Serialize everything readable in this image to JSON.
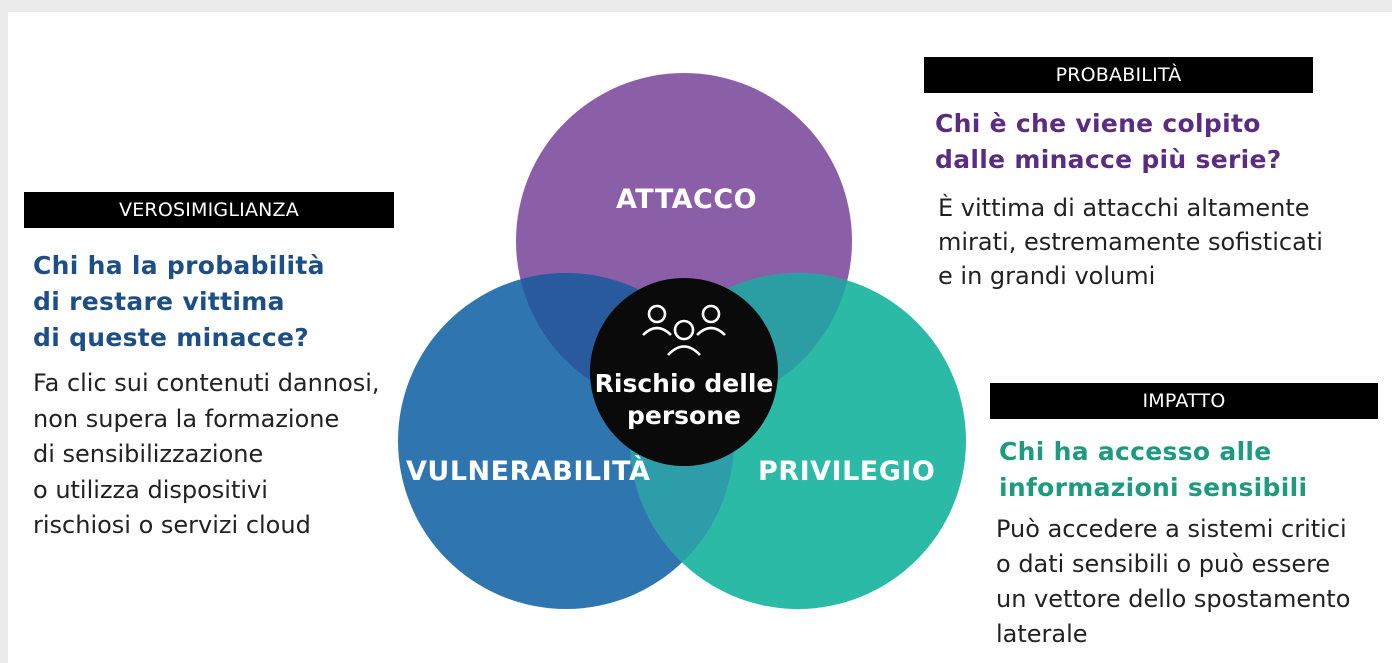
{
  "colors": {
    "attacco": "#8a5fa8",
    "vulnerabilita": "#2f76b1",
    "privilegio": "#2bbaa6",
    "overlap_attack_vuln": "#2a5a9e",
    "overlap_attack_priv": "#2a9ea2",
    "overlap_vuln_priv": "#2c9da9",
    "center": "#0a0a0a",
    "blue_text": "#1d4f86",
    "purple_text": "#5b2d82",
    "teal_text": "#1e9a7e"
  },
  "venn": {
    "attacco_label": "ATTACCO",
    "vulnerabilita_label": "VULNERABILITÀ",
    "privilegio_label": "PRIVILEGIO",
    "center_icon": "people-group-icon",
    "center_line1": "Rischio delle",
    "center_line2": "persone"
  },
  "left": {
    "tag": "VEROSIMIGLIANZA",
    "question": [
      "Chi ha la probabilità",
      "di restare vittima",
      "di queste minacce?"
    ],
    "description": [
      "Fa clic sui contenuti dannosi,",
      "non supera la formazione",
      "di sensibilizzazione",
      "o utilizza dispositivi",
      "rischiosi o servizi cloud"
    ]
  },
  "top_right": {
    "tag": "PROBABILITÀ",
    "question": [
      "Chi è che viene colpito",
      "dalle minacce più serie?"
    ],
    "description": [
      "È vittima di attacchi altamente",
      "mirati, estremamente sofisticati",
      "e in grandi volumi"
    ]
  },
  "bottom_right": {
    "tag": "IMPATTO",
    "question": [
      "Chi ha accesso alle",
      "informazioni sensibili"
    ],
    "description": [
      "Può accedere a sistemi critici",
      "o dati sensibili o può essere",
      "un vettore dello spostamento",
      "laterale"
    ]
  }
}
